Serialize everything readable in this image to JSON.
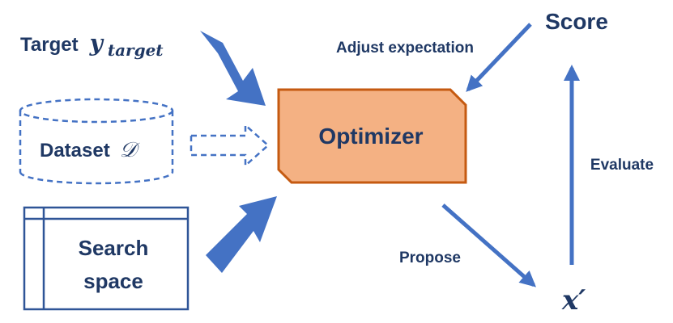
{
  "nodes": {
    "target": {
      "label": "Target",
      "symbol": "y",
      "subscript": "target"
    },
    "dataset": {
      "label": "Dataset",
      "symbol": "𝒟"
    },
    "search_space": {
      "line1": "Search",
      "line2": "space"
    },
    "optimizer": {
      "label": "Optimizer"
    },
    "score": {
      "label": "Score"
    },
    "candidate": {
      "symbol": "x′"
    }
  },
  "edges": {
    "adjust": {
      "label": "Adjust expectation"
    },
    "evaluate": {
      "label": "Evaluate"
    },
    "propose": {
      "label": "Propose"
    }
  },
  "colors": {
    "arrow_blue": "#4472c4",
    "text_navy": "#1f3864",
    "optimizer_fill": "#f4b183",
    "optimizer_stroke": "#c55a11",
    "box_stroke": "#2f5597",
    "dataset_stroke": "#4472c4"
  }
}
